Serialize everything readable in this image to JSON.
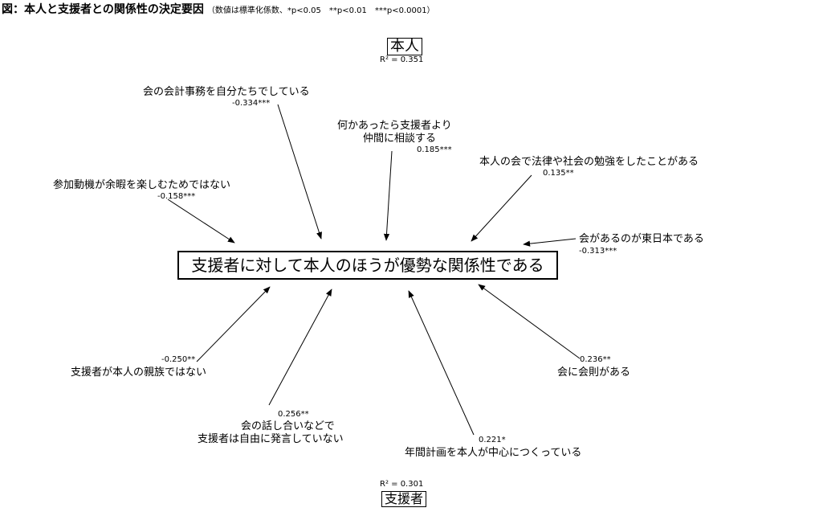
{
  "title": {
    "main": "図：本人と支援者との関係性の決定要因",
    "note": "（数値は標準化係数、*p<0.05　**p<0.01　***p<0.0001）"
  },
  "groups": {
    "top": {
      "label": "本人",
      "r2": "R² = 0.351"
    },
    "bottom": {
      "label": "支援者",
      "r2": "R² = 0.301"
    }
  },
  "center": "支援者に対して本人のほうが優勢な関係性である",
  "factors": [
    {
      "id": "accounting",
      "lines": [
        "会の会計事務を自分たちでしている"
      ],
      "coef": "-0.334***"
    },
    {
      "id": "consult",
      "lines": [
        "何かあったら支援者より",
        "仲間に相談する"
      ],
      "coef": "0.185***"
    },
    {
      "id": "law-study",
      "lines": [
        "本人の会で法律や社会の勉強をしたことがある"
      ],
      "coef": "0.135**"
    },
    {
      "id": "motive",
      "lines": [
        "参加動機が余暇を楽しむためではない"
      ],
      "coef": "-0.158***"
    },
    {
      "id": "east-japan",
      "lines": [
        "会があるのが東日本である"
      ],
      "coef": "-0.313***"
    },
    {
      "id": "not-relative",
      "lines": [
        "支援者が本人の親族ではない"
      ],
      "coef": "-0.250**"
    },
    {
      "id": "rules",
      "lines": [
        "会に会則がある"
      ],
      "coef": "0.236**"
    },
    {
      "id": "no-speak",
      "lines": [
        "会の話し合いなどで",
        "支援者は自由に発言していない"
      ],
      "coef": "0.256**"
    },
    {
      "id": "annual-plan",
      "lines": [
        "年間計画を本人が中心につくっている"
      ],
      "coef": "0.221*"
    }
  ]
}
